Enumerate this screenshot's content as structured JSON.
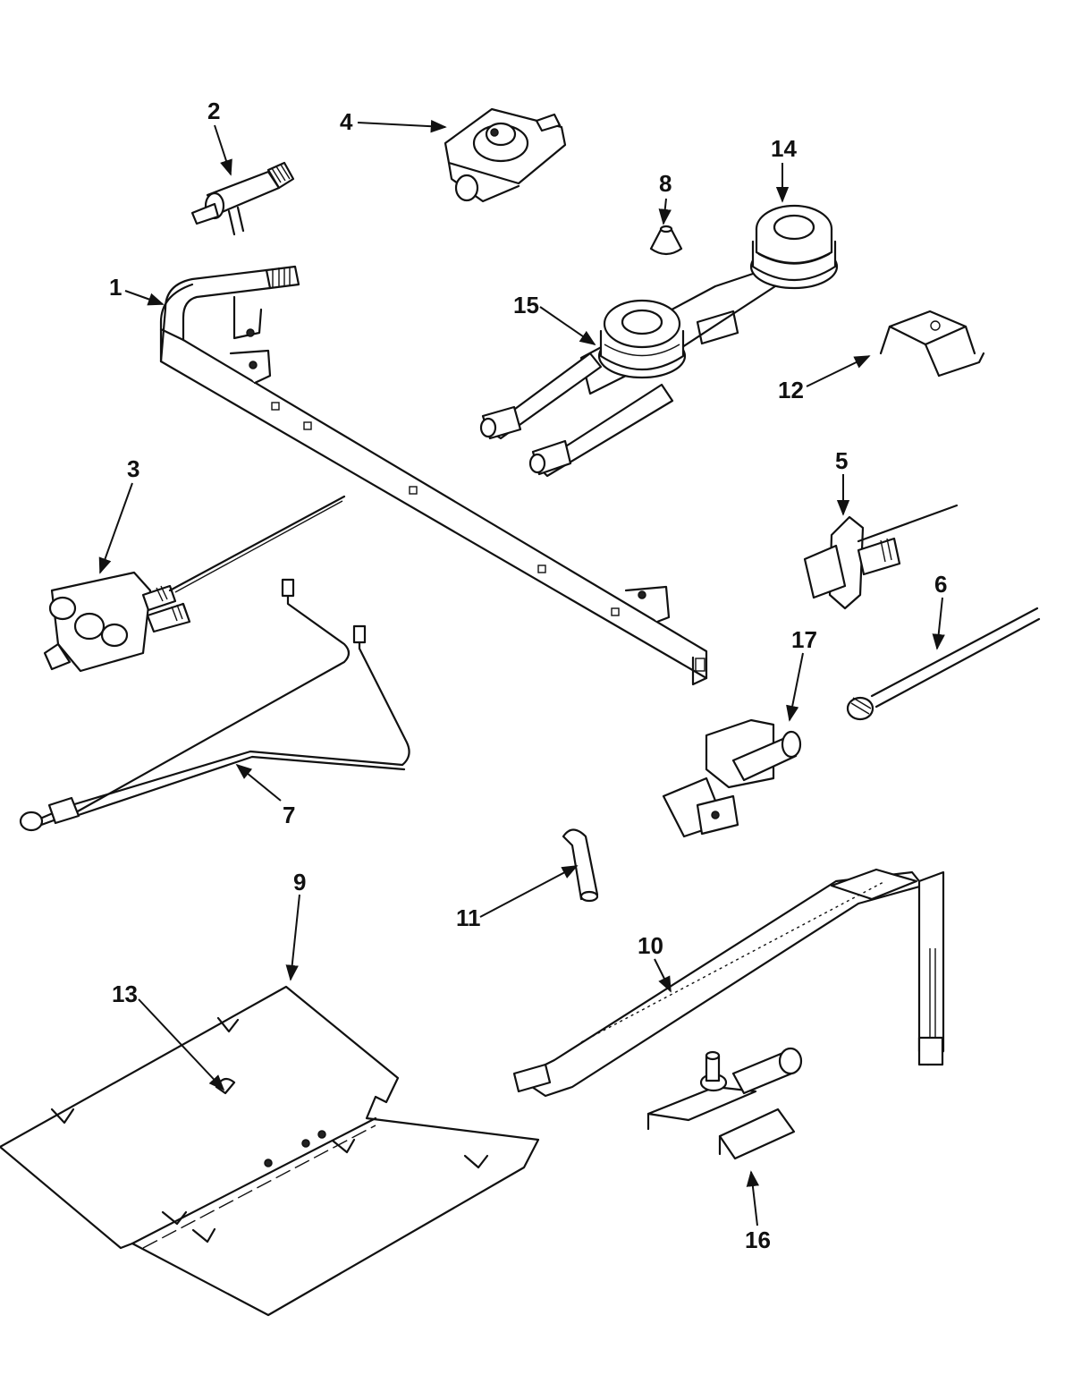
{
  "callouts": [
    {
      "key": "c1",
      "label": "1"
    },
    {
      "key": "c2",
      "label": "2"
    },
    {
      "key": "c3",
      "label": "3"
    },
    {
      "key": "c4",
      "label": "4"
    },
    {
      "key": "c5",
      "label": "5"
    },
    {
      "key": "c6",
      "label": "6"
    },
    {
      "key": "c7",
      "label": "7"
    },
    {
      "key": "c8",
      "label": "8"
    },
    {
      "key": "c9",
      "label": "9"
    },
    {
      "key": "c10",
      "label": "10"
    },
    {
      "key": "c11",
      "label": "11"
    },
    {
      "key": "c12",
      "label": "12"
    },
    {
      "key": "c13",
      "label": "13"
    },
    {
      "key": "c14",
      "label": "14"
    },
    {
      "key": "c15",
      "label": "15"
    },
    {
      "key": "c16",
      "label": "16"
    },
    {
      "key": "c17",
      "label": "17"
    }
  ]
}
